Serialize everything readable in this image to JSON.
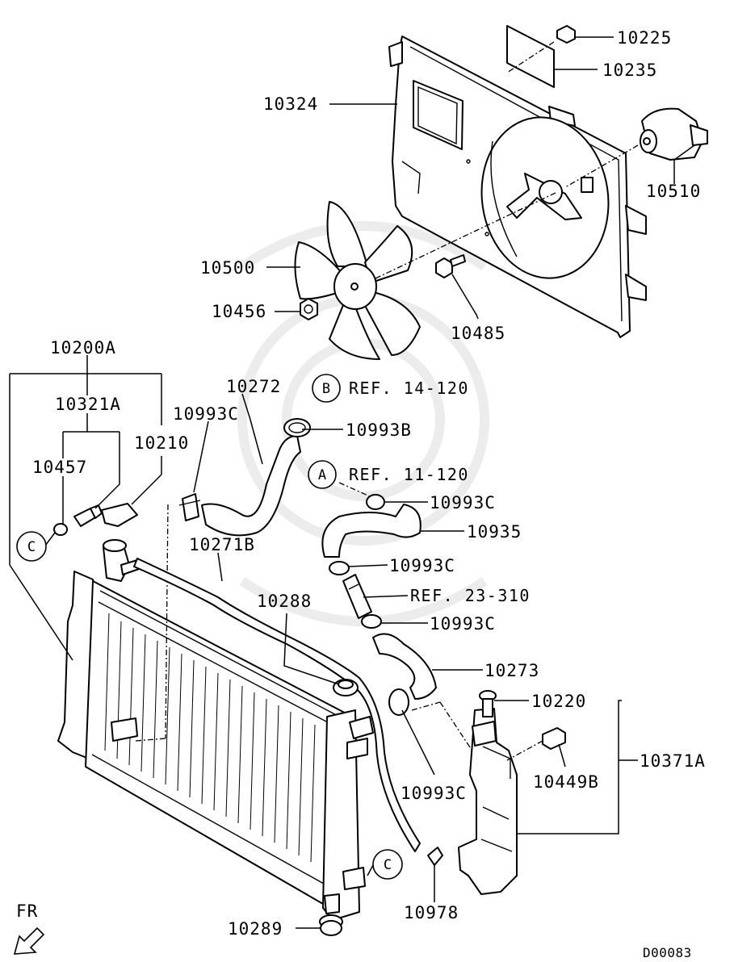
{
  "diagram": {
    "code": "D00083",
    "fr_label": "FR",
    "circles": {
      "a": "A",
      "b": "B",
      "c1": "C",
      "c2": "C"
    },
    "labels": {
      "p10225": "10225",
      "p10235": "10235",
      "p10324": "10324",
      "p10510": "10510",
      "p10500": "10500",
      "p10456": "10456",
      "p10485": "10485",
      "p10200a": "10200A",
      "p10321a": "10321A",
      "p10457": "10457",
      "p10210": "10210",
      "p10993c_1": "10993C",
      "p10272": "10272",
      "ref_14_120": "REF. 14-120",
      "p10993b": "10993B",
      "ref_11_120": "REF. 11-120",
      "p10993c_2": "10993C",
      "p10935": "10935",
      "p10271b": "10271B",
      "p10993c_3": "10993C",
      "ref_23_310": "REF. 23-310",
      "p10288": "10288",
      "p10993c_4": "10993C",
      "p10273": "10273",
      "p10220": "10220",
      "p10371a": "10371A",
      "p10449b": "10449B",
      "p10993c_5": "10993C",
      "p10978": "10978",
      "p10289": "10289"
    }
  }
}
